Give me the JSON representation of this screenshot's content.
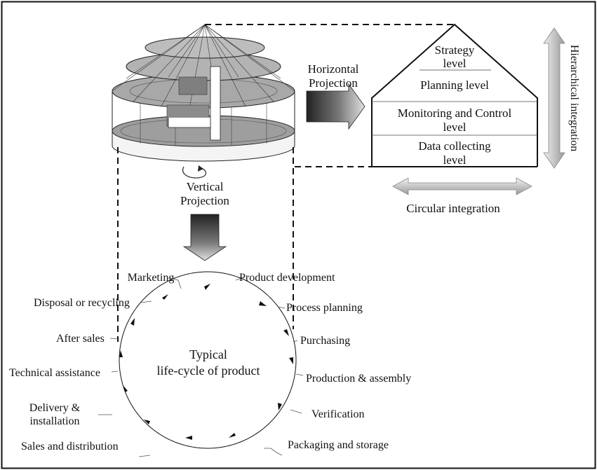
{
  "levels": {
    "strategy_line1": "Strategy",
    "strategy_line2": "level",
    "planning": "Planning level",
    "monitoring_line1": "Monitoring and Control",
    "monitoring_line2": "level",
    "data_line1": "Data collecting",
    "data_line2": "level"
  },
  "projections": {
    "horizontal_line1": "Horizontal",
    "horizontal_line2": "Projection",
    "vertical_line1": "Vertical",
    "vertical_line2": "Projection"
  },
  "integration": {
    "hierarchical": "Hierarchical integration",
    "circular": "Circular integration"
  },
  "lifecycle": {
    "center_line1": "Typical",
    "center_line2": "life-cycle of product",
    "stages": [
      "Marketing",
      "Product development",
      "Process planning",
      "Purchasing",
      "Production & assembly",
      "Verification",
      "Packaging and storage",
      "Sales and distribution",
      "Delivery &",
      "installation",
      "Technical assistance",
      "After sales",
      "Disposal or recycling"
    ]
  },
  "colors": {
    "line": "#111111",
    "arrow_dark": "#2a2a2a",
    "arrow_light": "#d8d8d8",
    "disk": "#9a9a9a"
  }
}
